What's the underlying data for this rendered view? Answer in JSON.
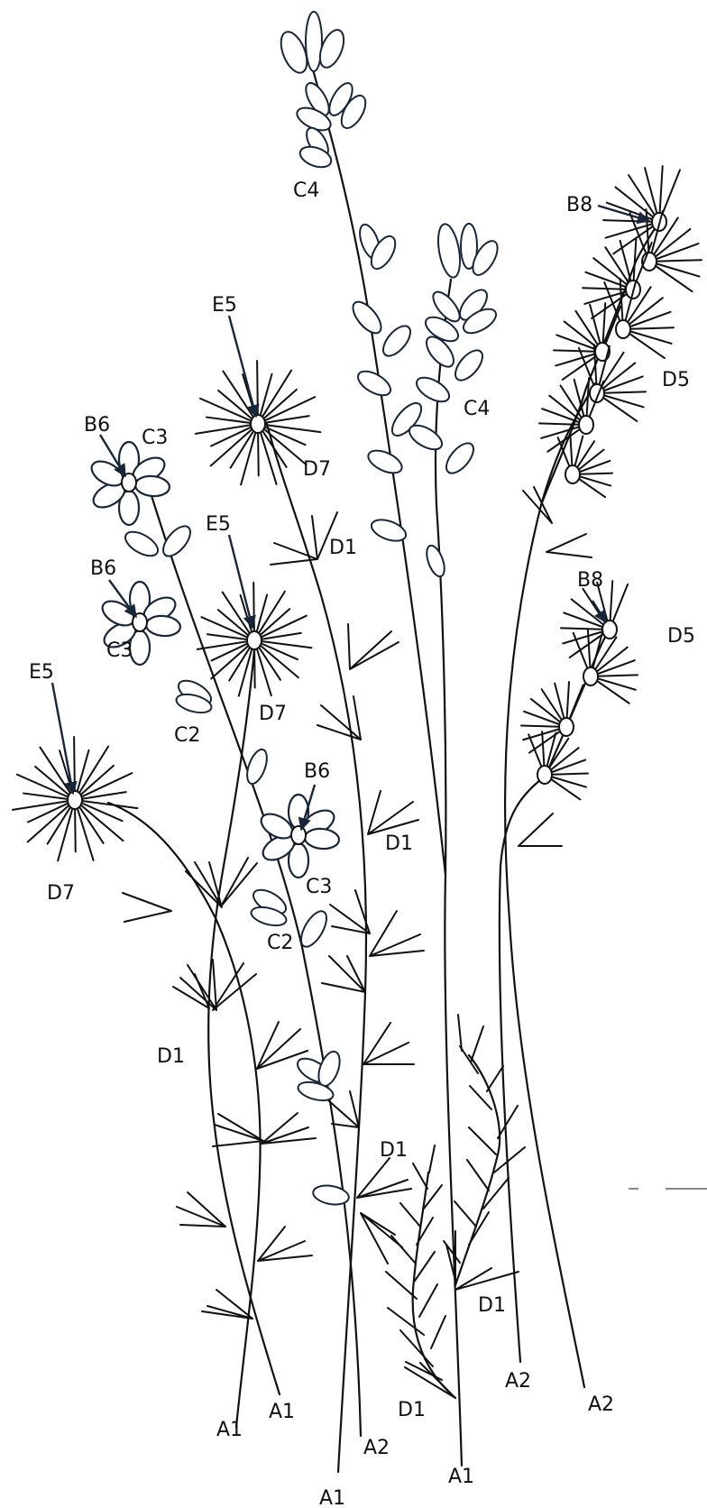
{
  "labels": {
    "c4_top": "C4",
    "c4_mid": "C4",
    "b8_top": "B8",
    "b8_low": "B8",
    "d5_top": "D5",
    "d5_low": "D5",
    "e5_top": "E5",
    "e5_mid": "E5",
    "e5_left": "E5",
    "b6_top": "B6",
    "b6_mid": "B6",
    "b6_low": "B6",
    "c3_top": "C3",
    "c3_mid": "C3",
    "c3_low": "C3",
    "d7_top": "D7",
    "d7_mid": "D7",
    "d7_left": "D7",
    "d1_a": "D1",
    "d1_b": "D1",
    "d1_c": "D1",
    "d1_d": "D1",
    "d1_e": "D1",
    "d1_f": "D1",
    "c2_a": "C2",
    "c2_b": "C2",
    "a1_a": "A1",
    "a1_b": "A1",
    "a1_c": "A1",
    "a1_d": "A1",
    "a2_a": "A2",
    "a2_b": "A2",
    "a2_c": "A2"
  },
  "colors": {
    "stroke": "#111111",
    "flower_outline": "#17263a",
    "background": "#ffffff"
  }
}
